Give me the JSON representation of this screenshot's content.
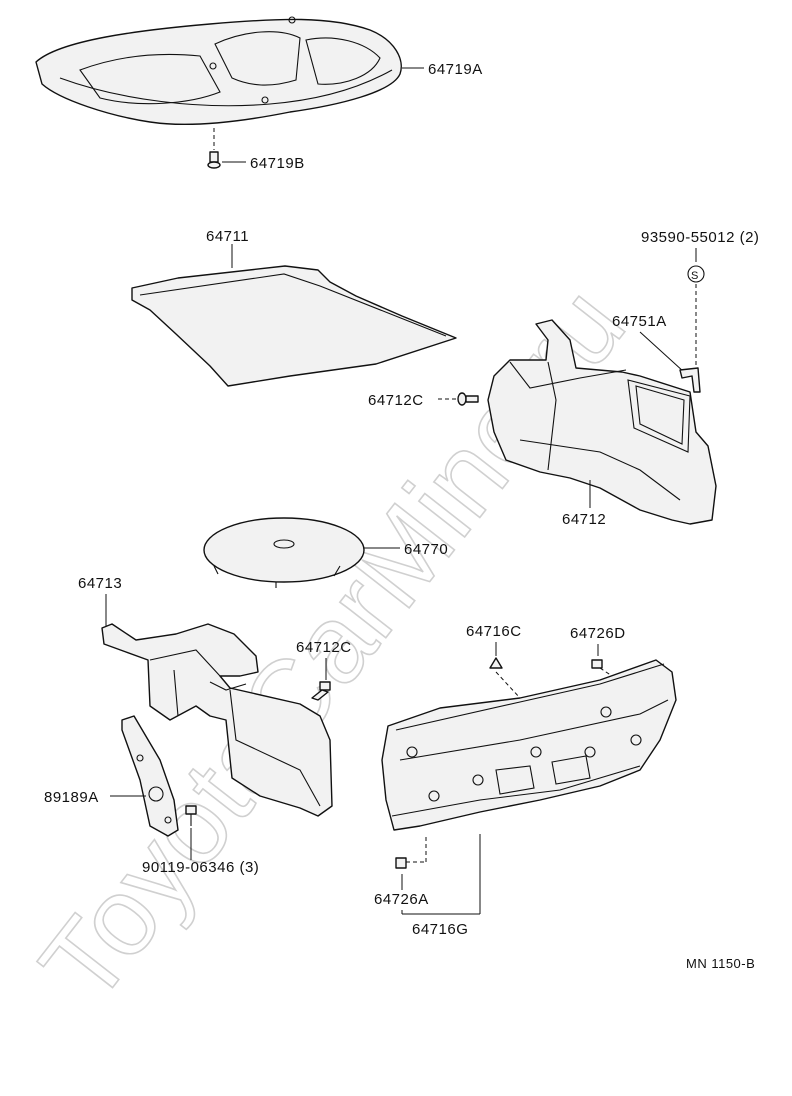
{
  "watermark": "ToyotaCarMine.ru",
  "labels": {
    "p64719A": "64719A",
    "p64719B": "64719B",
    "p64711": "64711",
    "p93590": "93590-55012 (2)",
    "p64751A": "64751A",
    "p64712C_top": "64712C",
    "p64712": "64712",
    "p64770": "64770",
    "p64713": "64713",
    "p64712C_mid": "64712C",
    "p64716C": "64716C",
    "p64726D": "64726D",
    "p89189A": "89189A",
    "p90119": "90119-06346 (3)",
    "p64726A": "64726A",
    "p64716G": "64716G"
  },
  "fastener_symbol": "S",
  "figure_code": "MN 1150-B"
}
